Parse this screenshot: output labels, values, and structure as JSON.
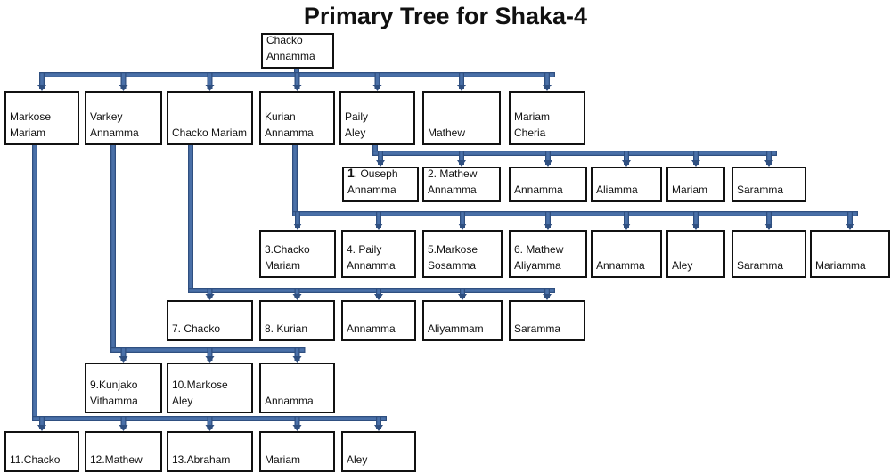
{
  "title": "Primary Tree for Shaka-4",
  "colors": {
    "connector": "#4a70a8",
    "connector_edge": "#2f4f80",
    "box_border": "#111111"
  },
  "root": {
    "line1": "Chacko",
    "line2": "Annamma"
  },
  "generation1": [
    {
      "line1": "Markose",
      "line2": "Mariam"
    },
    {
      "line1": "Varkey",
      "line2": "Annamma"
    },
    {
      "line1": "Chacko Mariam"
    },
    {
      "line1": "Kurian",
      "line2": "Annamma"
    },
    {
      "line1": "Paily",
      "line2": "Aley"
    },
    {
      "line1": "Mathew"
    },
    {
      "line1": "Mariam",
      "line2": "Cheria"
    }
  ],
  "paily_children": [
    {
      "num": "1",
      "line1": ". Ouseph",
      "line2": "Annamma"
    },
    {
      "line1": "2. Mathew",
      "line2": "Annamma"
    },
    {
      "line1": "Annamma"
    },
    {
      "line1": "Aliamma"
    },
    {
      "line1": "Mariam"
    },
    {
      "line1": "Saramma"
    }
  ],
  "kurian_children": [
    {
      "line1": "3.Chacko",
      "line2": "Mariam"
    },
    {
      "line1": "4. Paily",
      "line2": "Annamma"
    },
    {
      "line1": "5.Markose",
      "line2": "Sosamma"
    },
    {
      "line1": "6. Mathew",
      "line2": "Aliyamma"
    },
    {
      "line1": "Annamma"
    },
    {
      "line1": "Aley"
    },
    {
      "line1": "Saramma"
    },
    {
      "line1": "Mariamma"
    }
  ],
  "chacko_children": [
    {
      "line1": "7. Chacko"
    },
    {
      "line1": "8. Kurian"
    },
    {
      "line1": "Annamma"
    },
    {
      "line1": "Aliyammam"
    },
    {
      "line1": "Saramma"
    }
  ],
  "varkey_children": [
    {
      "line1": "9.Kunjako",
      "line2": "Vithamma"
    },
    {
      "line1": "10.Markose",
      "line2": "Aley"
    },
    {
      "line1": "Annamma"
    }
  ],
  "markose_children": [
    {
      "line1": "11.Chacko"
    },
    {
      "line1": "12.Mathew"
    },
    {
      "line1": "13.Abraham"
    },
    {
      "line1": "Mariam"
    },
    {
      "line1": "Aley"
    }
  ]
}
